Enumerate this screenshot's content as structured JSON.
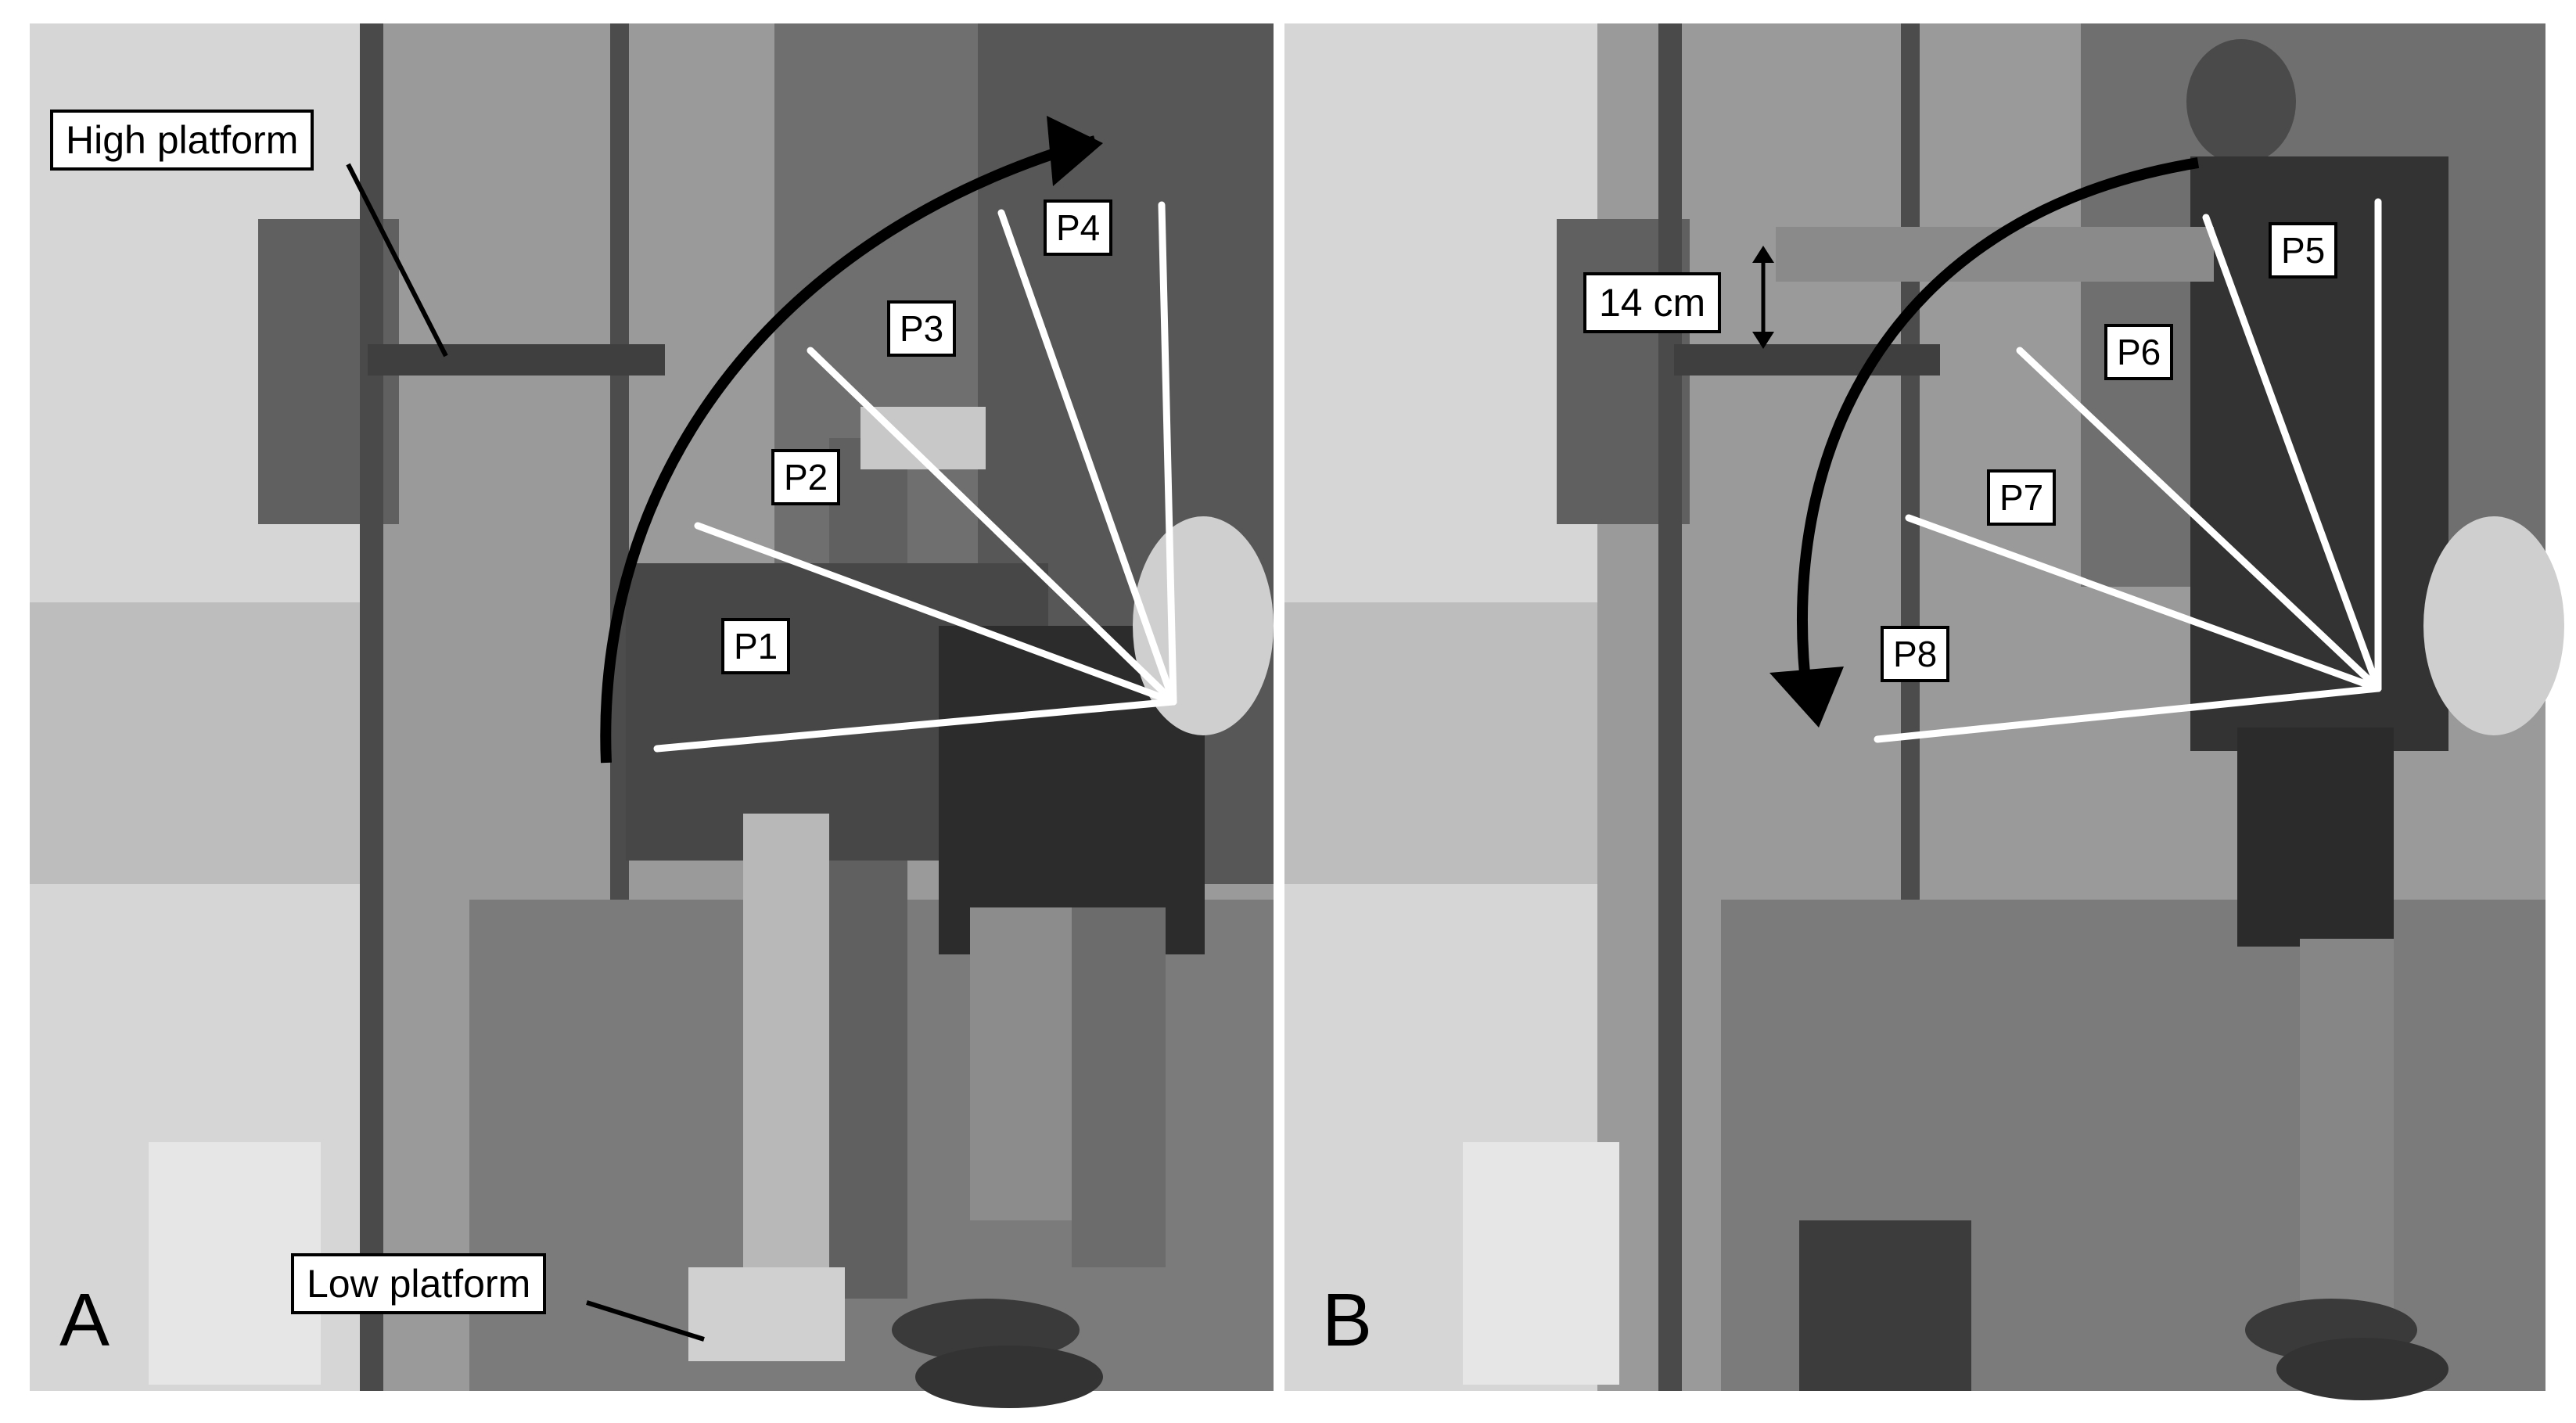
{
  "panels": [
    {
      "letter": "A",
      "labels": {
        "high_platform": "High platform",
        "low_platform": "Low platform"
      },
      "positions": [
        "P1",
        "P2",
        "P3",
        "P4"
      ]
    },
    {
      "letter": "B",
      "labels": {
        "height": "14 cm"
      },
      "positions": [
        "P5",
        "P6",
        "P7",
        "P8"
      ]
    }
  ],
  "colors": {
    "background_photo": "#8a8a8a",
    "lines": "#ffffff",
    "arrow": "#000000",
    "label_fill": "#ffffff",
    "label_border": "#000000"
  }
}
